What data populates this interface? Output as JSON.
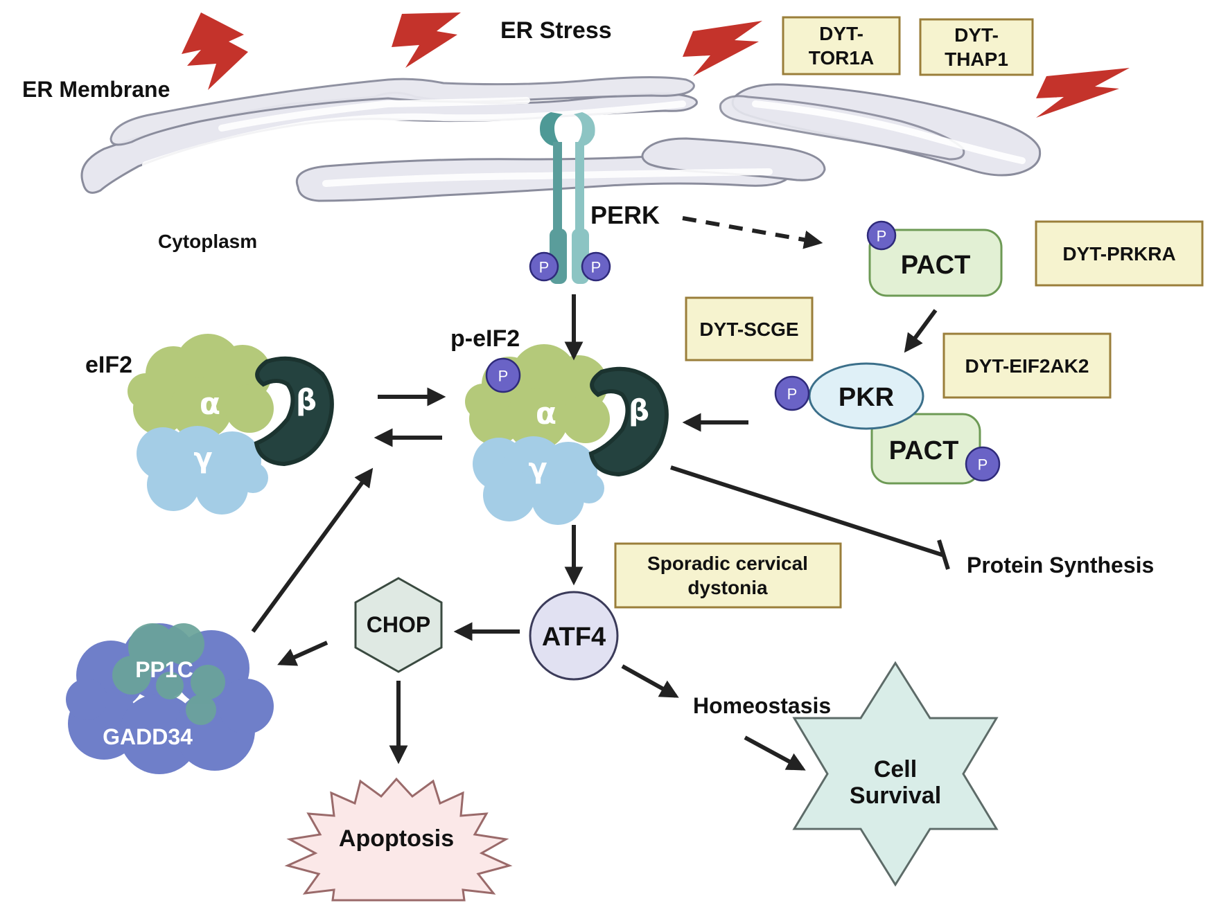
{
  "labels": {
    "er_stress": "ER Stress",
    "er_membrane": "ER Membrane",
    "cytoplasm": "Cytoplasm",
    "perk": "PERK",
    "eif2": "eIF2",
    "p_eif2": "p-eIF2",
    "alpha": "α",
    "beta": "β",
    "gamma": "γ",
    "pact_top": "PACT",
    "pkr": "PKR",
    "pact_bottom": "PACT",
    "protein_synthesis": "Protein Synthesis",
    "atf4": "ATF4",
    "chop": "CHOP",
    "pp1c": "PP1C",
    "gadd34": "GADD34",
    "homeostasis": "Homeostasis",
    "cell_survival_1": "Cell",
    "cell_survival_2": "Survival",
    "apoptosis": "Apoptosis",
    "phospho": "P"
  },
  "boxes": {
    "tor1a_1": "DYT-",
    "tor1a_2": "TOR1A",
    "thap1_1": "DYT-",
    "thap1_2": "THAP1",
    "prkra": "DYT-PRKRA",
    "scge": "DYT-SCGE",
    "eif2ak2": "DYT-EIF2AK2",
    "sporadic_1": "Sporadic cervical",
    "sporadic_2": "dystonia"
  },
  "colors": {
    "alpha": "#b4c97a",
    "beta": "#24423f",
    "gamma": "#a4cde6",
    "perk": "#6aa9a7",
    "pact": "#e2f0d4",
    "pkr": "#dff0f7",
    "phospho": "#6a63c6",
    "gadd34": "#6f7fc9",
    "pp1c": "#6aa39a",
    "chop": "#dfe9e3",
    "atf4": "#e1e1f2",
    "survival": "#d9ede8",
    "apoptosis": "#fbe8e8",
    "lightning": "#c4332b",
    "er": "#e7e7ef",
    "box_fill": "#f6f3cf",
    "box_border": "#9a7e3a"
  }
}
